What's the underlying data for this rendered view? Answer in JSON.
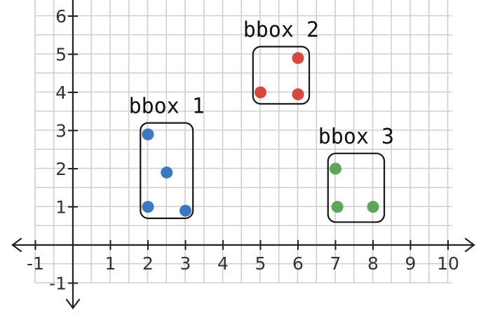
{
  "chart_data": {
    "type": "scatter",
    "title": "",
    "xlabel": "",
    "ylabel": "",
    "xlim": [
      -1,
      10
    ],
    "ylim": [
      -1,
      6
    ],
    "grid": true,
    "x_tick_labels": [
      "-1",
      "1",
      "2",
      "3",
      "4",
      "5",
      "6",
      "7",
      "8",
      "9",
      "10"
    ],
    "y_tick_labels": [
      "-1",
      "1",
      "2",
      "3",
      "4",
      "5",
      "6"
    ],
    "groups": [
      {
        "label": "bbox 1",
        "color": "#3b78c4",
        "points": [
          {
            "x": 2,
            "y": 2.9
          },
          {
            "x": 2.5,
            "y": 1.9
          },
          {
            "x": 2,
            "y": 1
          },
          {
            "x": 3,
            "y": 0.9
          }
        ],
        "box": {
          "x": [
            1.8,
            3.2
          ],
          "y": [
            0.7,
            3.2
          ]
        }
      },
      {
        "label": "bbox 2",
        "color": "#d8463d",
        "points": [
          {
            "x": 6,
            "y": 4.9
          },
          {
            "x": 5,
            "y": 4
          },
          {
            "x": 6,
            "y": 3.95
          }
        ],
        "box": {
          "x": [
            4.8,
            6.3
          ],
          "y": [
            3.7,
            5.2
          ]
        }
      },
      {
        "label": "bbox 3",
        "color": "#5aa65a",
        "points": [
          {
            "x": 7,
            "y": 2
          },
          {
            "x": 7.05,
            "y": 1
          },
          {
            "x": 8,
            "y": 1
          }
        ],
        "box": {
          "x": [
            6.8,
            8.3
          ],
          "y": [
            0.6,
            2.4
          ]
        }
      }
    ]
  }
}
